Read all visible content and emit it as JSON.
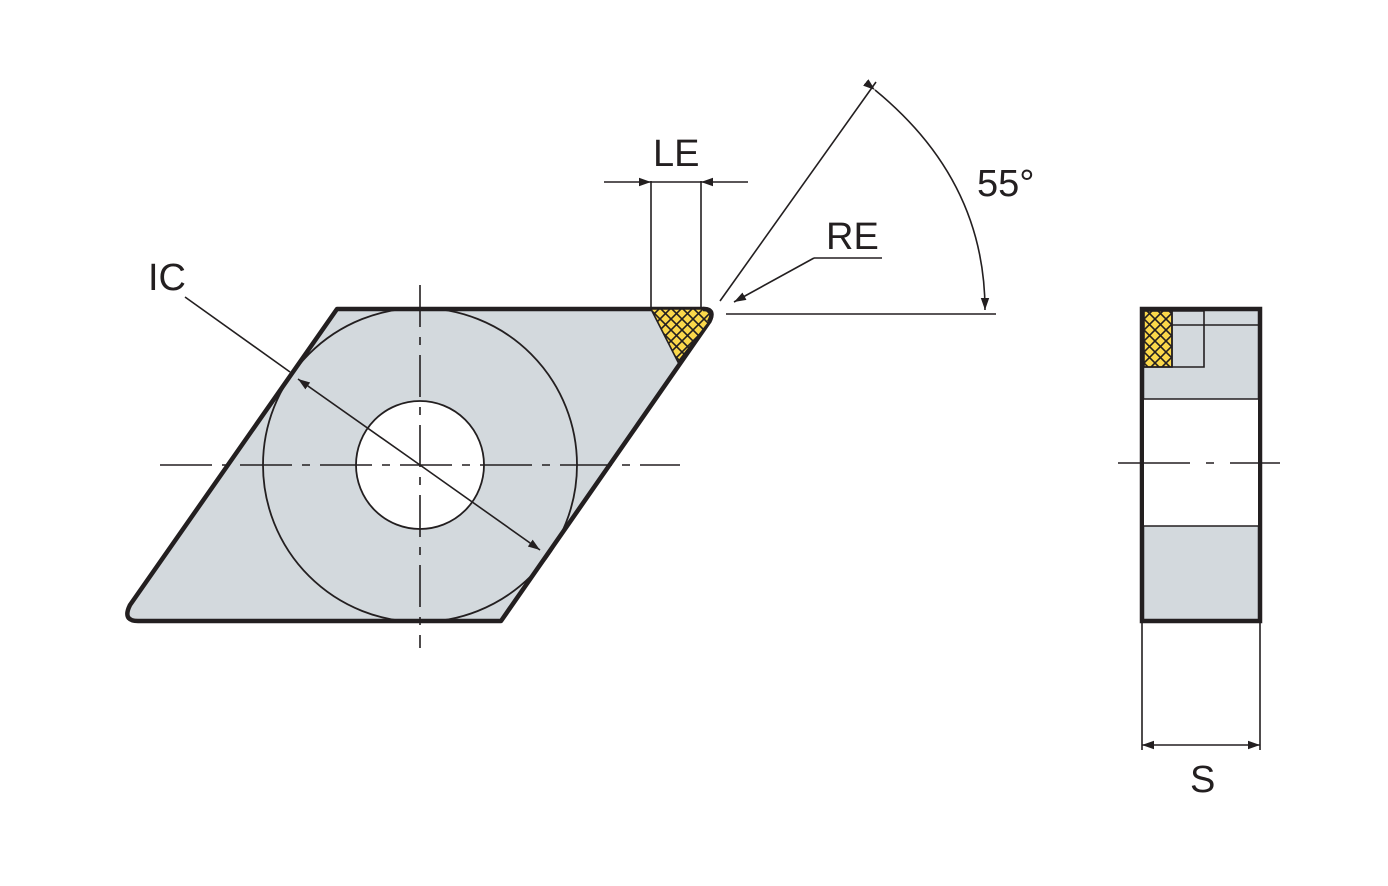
{
  "labels": {
    "ic": "IC",
    "le": "LE",
    "re": "RE",
    "angle": "55°",
    "s": "S"
  },
  "colors": {
    "insert_fill": "#d3d9dd",
    "tip_fill": "#fbd84a",
    "line": "#231f20"
  }
}
